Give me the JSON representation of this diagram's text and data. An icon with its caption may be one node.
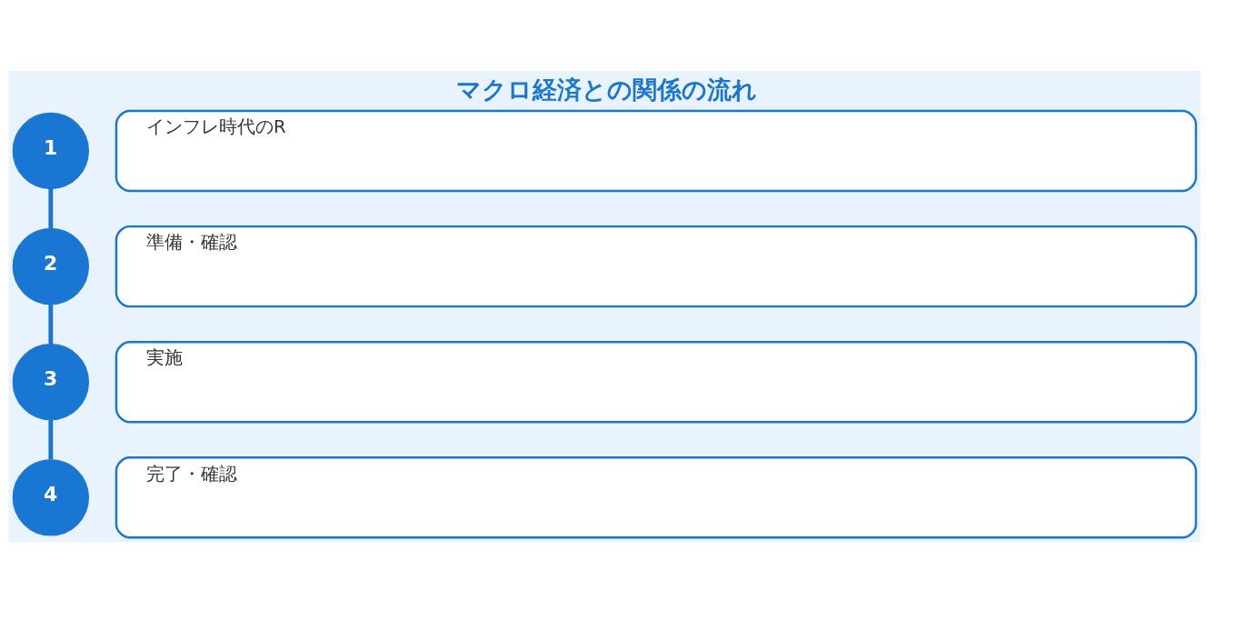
{
  "diagram": {
    "title": "マクロ経済との関係の流れ",
    "nodes": [
      {
        "text": [
          "1"
        ]
      },
      {
        "text": [
          "インフレ時代のR"
        ]
      },
      {
        "text": [
          "2"
        ]
      },
      {
        "text": [
          "準備・確認"
        ]
      },
      {
        "text": [
          "3"
        ]
      },
      {
        "text": [
          "実施"
        ]
      },
      {
        "text": [
          "4"
        ]
      },
      {
        "text": [
          "完了・確認"
        ]
      }
    ],
    "edges": [
      {
        "from": 0,
        "to": 2,
        "arrow": "none"
      },
      {
        "from": 2,
        "to": 4,
        "arrow": "none"
      },
      {
        "from": 4,
        "to": 6,
        "arrow": "none"
      }
    ]
  }
}
